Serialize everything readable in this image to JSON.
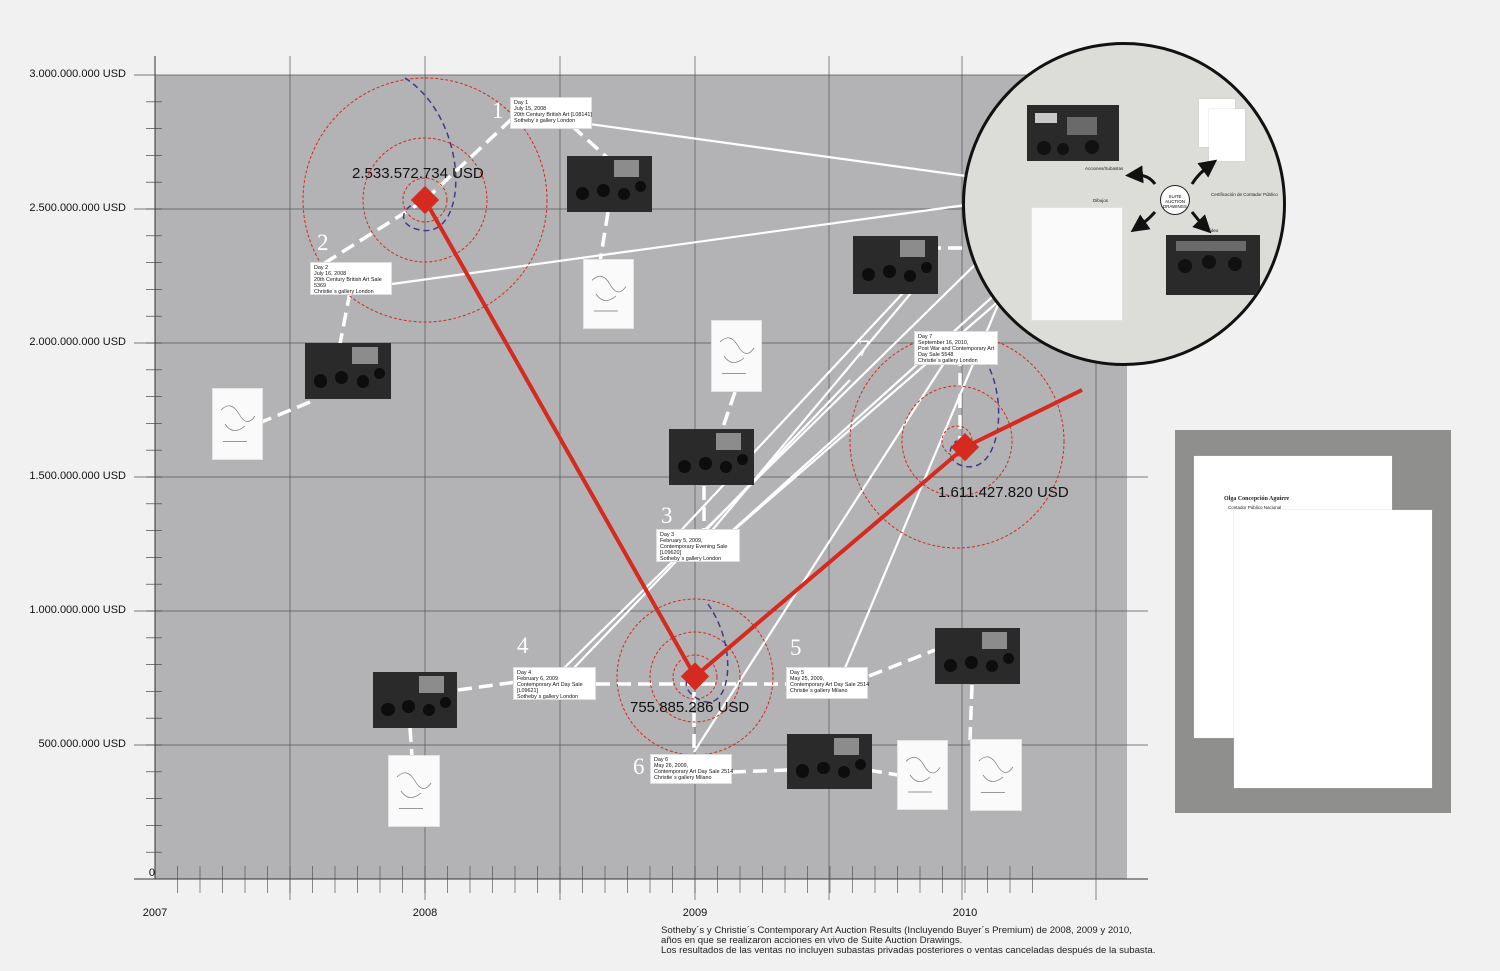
{
  "chart_data": {
    "type": "line",
    "x_labels": [
      "2007",
      "2008",
      "2009",
      "2010"
    ],
    "y_labels": [
      "3.000.000.000 USD",
      "2.500.000.000 USD",
      "2.000.000.000 USD",
      "1.500.000.000 USD",
      "1.000.000.000 USD",
      "500.000.000 USD",
      "0"
    ],
    "ylim": [
      0,
      3000000000
    ],
    "series": [
      {
        "color": "#d42a1f",
        "points": [
          {
            "year": 2008,
            "value": 2533572734,
            "label": "2.533.572.734 USD"
          },
          {
            "year": 2009,
            "value": 755885286,
            "label": "755.885.286 USD"
          },
          {
            "year": 2010,
            "value": 1611427820,
            "label": "1.611.427.820 USD"
          }
        ]
      }
    ],
    "grid": true,
    "caption": [
      "Sotheby´s y Christie´s Contemporary Art Auction Results (Incluyendo Buyer´s Premium) de 2008, 2009 y 2010,",
      "años en que se realizaron acciones en vivo de Suite Auction Drawings.",
      "Los resultados de las ventas no incluyen subastas privadas posteriores o ventas canceladas después de la subasta."
    ]
  },
  "days": [
    {
      "num": "1",
      "lines": [
        "Day 1",
        "July 15, 2008",
        "20th Century British Art [L08141]",
        "Sotheby´s gallery London"
      ]
    },
    {
      "num": "2",
      "lines": [
        "Day 2",
        "July 16, 2008",
        "20th Century British Art Sale",
        "5369",
        "Christie´s gallery London"
      ]
    },
    {
      "num": "3",
      "lines": [
        "Day 3",
        "February 5, 2009,",
        "Contemporary Evening Sale",
        "[L09620]",
        "Sotheby´s gallery London"
      ]
    },
    {
      "num": "4",
      "lines": [
        "Day 4",
        "February 6, 2009",
        "Contemporary Art Day Sale",
        "[L09621]",
        "Sotheby´s gallery London"
      ]
    },
    {
      "num": "5",
      "lines": [
        "Day 5",
        "May 25, 2009,",
        "Contemporary Art Day Sale 2514",
        "Christie´s gallery Milano"
      ]
    },
    {
      "num": "6",
      "lines": [
        "Day 6",
        "May 26, 2009,",
        "Contemporary Art Day Sale 2514",
        "Christie´s gallery Milano"
      ]
    },
    {
      "num": "7",
      "lines": [
        "Day 7",
        "September 16, 2010,",
        "Post War and Contemporary Art",
        "Day Sale 5548",
        "Christie´s gallery London"
      ]
    }
  ],
  "panel": {
    "hub": [
      "SUITE",
      "AUCTION",
      "DRAWINGS"
    ],
    "acciones": "Acciones/Subastas",
    "certificacion": "Certificación de Contador Público",
    "dibujos": "Dibujos",
    "video": "Video"
  },
  "certificate": {
    "title": "Olga Concepción Aguirre",
    "subtitle": "Contador Público Nacional"
  },
  "colors": {
    "plot_bg": "#b3b3b6",
    "line": "#d42a1f",
    "connectors": "#ffffff"
  }
}
